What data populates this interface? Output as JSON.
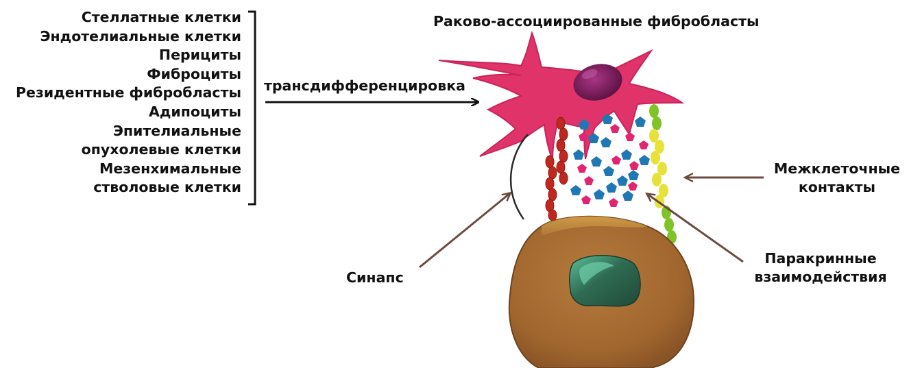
{
  "title": "Раково-ассоциированные фибробласты",
  "sources": [
    "Стеллатные клетки",
    "Эндотелиальные клетки",
    "Перициты",
    "Фиброциты",
    "Резидентные фибробласты",
    "Адипоциты",
    "Эпителиальные",
    "опухолевые клетки",
    "Мезенхимальные",
    "стволовые клетки"
  ],
  "transdifferentiation_label": "трансдифференцировка",
  "labels": {
    "contacts_line1": "Межклеточные",
    "contacts_line2": "контакты",
    "paracrine_line1": "Паракринные",
    "paracrine_line2": "взаимодействия",
    "synapse": "Синапс"
  },
  "colors": {
    "fibroblast": "#e0336a",
    "fibroblast_nucleus": "#7a1f5a",
    "tumor_cell": "#a86f35",
    "tumor_nucleus": "#2f6b52",
    "blue_molecule": "#1f77b4",
    "pink_molecule": "#e2256f",
    "red_chain": "#c0281f",
    "yellow_chain": "#e6e23a",
    "green_chain": "#7ec327",
    "arrow": "#6b4a3e"
  }
}
